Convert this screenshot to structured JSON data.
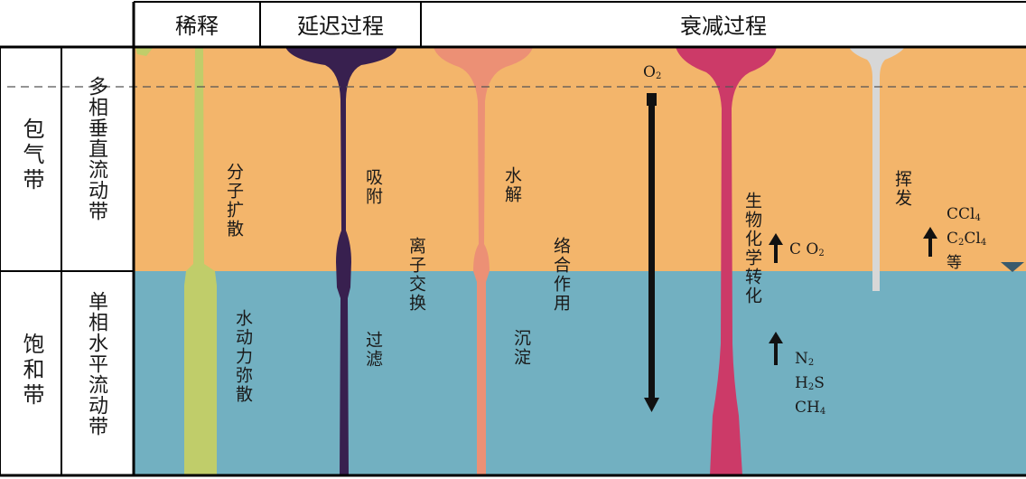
{
  "colors": {
    "vadose_zone": "#f3b56b",
    "saturated_zone": "#72b0c1",
    "dilution": "#c0cd6a",
    "retardation": "#38204f",
    "hydrolysis": "#ec9075",
    "biotransformation": "#cc3a68",
    "volatilization": "#d7d7d7",
    "grid": "#000000"
  },
  "header": {
    "dilution": "稀释",
    "retardation": "延迟过程",
    "attenuation": "衰减过程"
  },
  "zones": {
    "vadose": "包气带",
    "vadose_flow": "多相垂直流动带",
    "saturated": "饱和带",
    "saturated_flow": "单相水平流动带"
  },
  "processes": {
    "molecular_diffusion": "分子扩散",
    "hydrodynamic_dispersion": "水动力弥散",
    "adsorption": "吸附",
    "filtration": "过滤",
    "ion_exchange": "离子交换",
    "hydrolysis": "水解",
    "complexation": "络合作用",
    "precipitation": "沉淀",
    "biochemical_transformation": "生物化学转化",
    "volatilization": "挥发"
  },
  "chem": {
    "o2": {
      "base": "O",
      "sub": "2"
    },
    "co2": {
      "base": "C O",
      "sub": "2"
    },
    "n2": {
      "base": "N",
      "sub": "2"
    },
    "h2s": {
      "a": "H",
      "sub": "2",
      "b": "S"
    },
    "ch4": {
      "base": "CH",
      "sub": "4"
    },
    "ccl4": {
      "base": "CCl",
      "sub": "4"
    },
    "c2cl4": {
      "a": "C",
      "sub1": "2",
      "b": "Cl",
      "sub2": "4"
    },
    "etc": "等"
  },
  "icons": [
    "down-arrow-icon",
    "up-arrow-icon",
    "water-table-triangle-icon"
  ]
}
